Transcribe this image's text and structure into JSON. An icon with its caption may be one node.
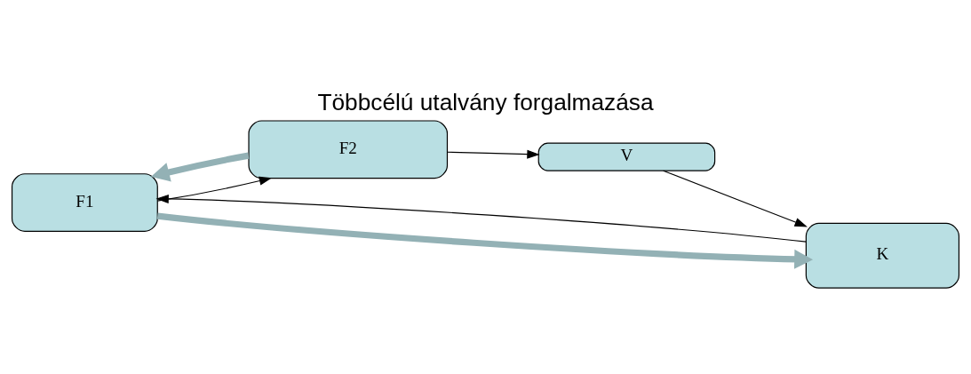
{
  "diagram": {
    "title": "Többcélú utalvány forgalmazása",
    "nodes": [
      {
        "text": [
          "F1"
        ]
      },
      {
        "text": [
          "F2"
        ]
      },
      {
        "text": [
          "K"
        ]
      },
      {
        "text": [
          "V"
        ]
      }
    ],
    "edges": [
      {
        "from": 0,
        "to": 1,
        "arrow": "to"
      },
      {
        "from": 1,
        "to": 0,
        "arrow": "to",
        "style": "thick",
        "color": "#93b1b5"
      },
      {
        "from": 0,
        "to": 2,
        "arrow": "to",
        "style": "thick",
        "color": "#93b1b5"
      },
      {
        "from": 2,
        "to": 0,
        "arrow": "to"
      },
      {
        "from": 1,
        "to": 3,
        "arrow": "to"
      },
      {
        "from": 3,
        "to": 2,
        "arrow": "to"
      }
    ]
  }
}
